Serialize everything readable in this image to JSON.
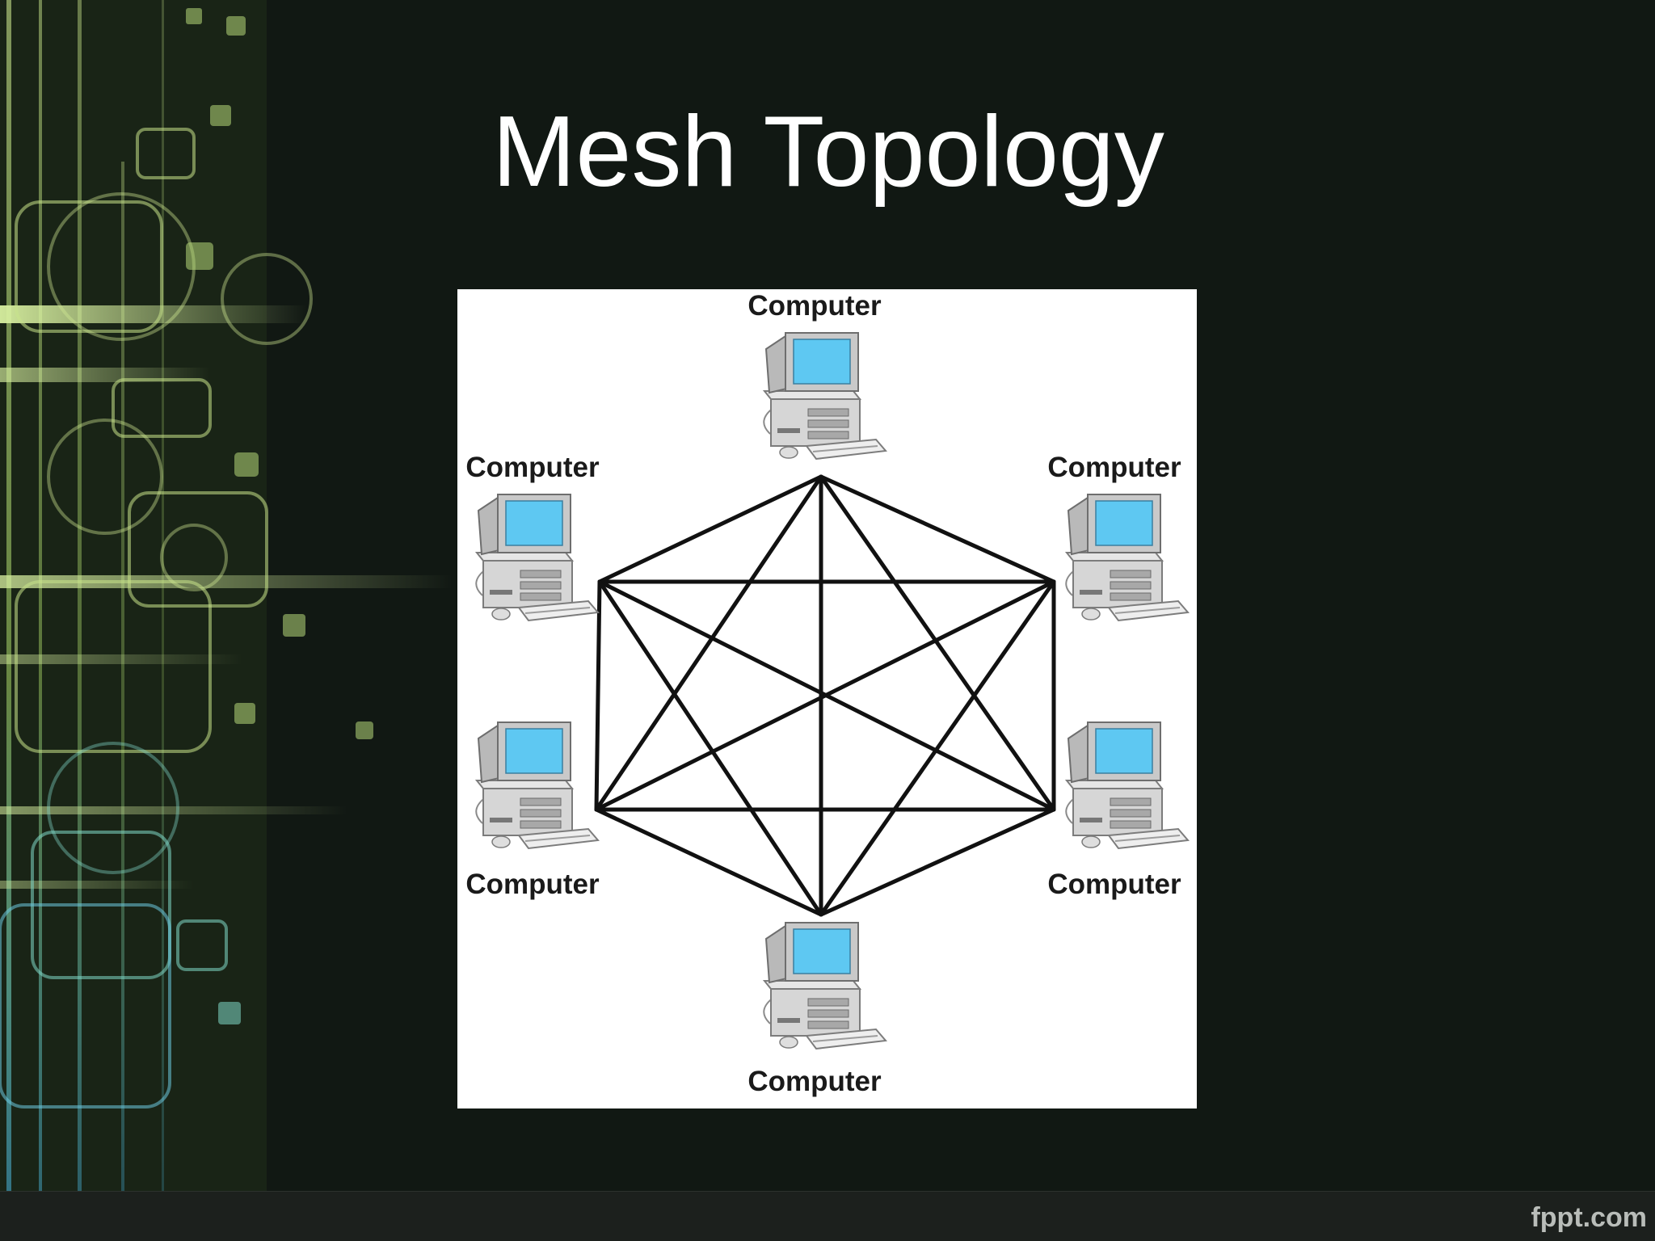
{
  "slide": {
    "title": "Mesh Topology",
    "brand": "fppt.com"
  },
  "diagram": {
    "type": "full-mesh",
    "nodes": [
      {
        "id": "top",
        "label": "Computer",
        "icon": "desktop-computer-icon"
      },
      {
        "id": "upper-left",
        "label": "Computer",
        "icon": "desktop-computer-icon"
      },
      {
        "id": "upper-right",
        "label": "Computer",
        "icon": "desktop-computer-icon"
      },
      {
        "id": "lower-left",
        "label": "Computer",
        "icon": "desktop-computer-icon"
      },
      {
        "id": "lower-right",
        "label": "Computer",
        "icon": "desktop-computer-icon"
      },
      {
        "id": "bottom",
        "label": "Computer",
        "icon": "desktop-computer-icon"
      }
    ],
    "edges": [
      [
        "top",
        "upper-left"
      ],
      [
        "top",
        "upper-right"
      ],
      [
        "top",
        "lower-left"
      ],
      [
        "top",
        "lower-right"
      ],
      [
        "top",
        "bottom"
      ],
      [
        "upper-left",
        "upper-right"
      ],
      [
        "upper-left",
        "lower-left"
      ],
      [
        "upper-left",
        "lower-right"
      ],
      [
        "upper-left",
        "bottom"
      ],
      [
        "upper-right",
        "lower-left"
      ],
      [
        "upper-right",
        "lower-right"
      ],
      [
        "upper-right",
        "bottom"
      ],
      [
        "lower-left",
        "lower-right"
      ],
      [
        "lower-left",
        "bottom"
      ],
      [
        "lower-right",
        "bottom"
      ]
    ],
    "colors": {
      "screen": "#5ec8f2",
      "monitor": "#c9c9c9",
      "link": "#111111",
      "accent_decor": "#b6d87a"
    }
  }
}
